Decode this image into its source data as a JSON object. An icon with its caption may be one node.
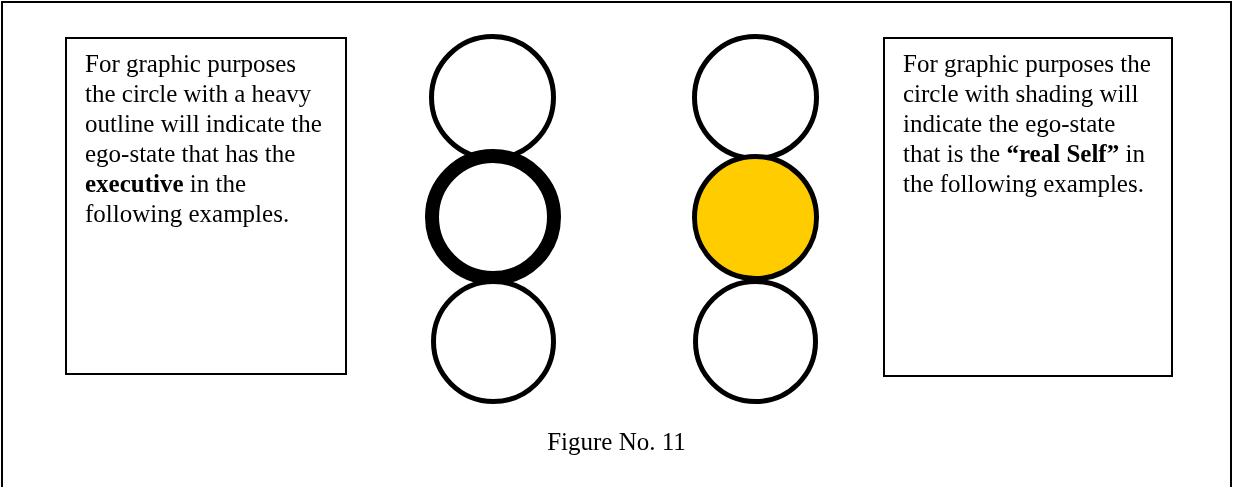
{
  "diagram": {
    "caption": "Figure No. 11",
    "nodes": [
      {
        "text": [
          "For graphic purposes the circle with a heavy outline will indicate the ego-state that has the **executive** in the following examples."
        ]
      },
      {
        "text": [],
        "shape": "circle"
      },
      {
        "text": [],
        "shape": "circle"
      },
      {
        "text": [],
        "shape": "circle"
      },
      {
        "text": [],
        "shape": "circle"
      },
      {
        "text": [],
        "shape": "circle"
      },
      {
        "text": [],
        "shape": "circle"
      },
      {
        "text": [
          "For graphic purposes the circle with shading will indicate the ego-state that is the **“real Self”** in the following examples."
        ]
      }
    ],
    "edges": []
  }
}
